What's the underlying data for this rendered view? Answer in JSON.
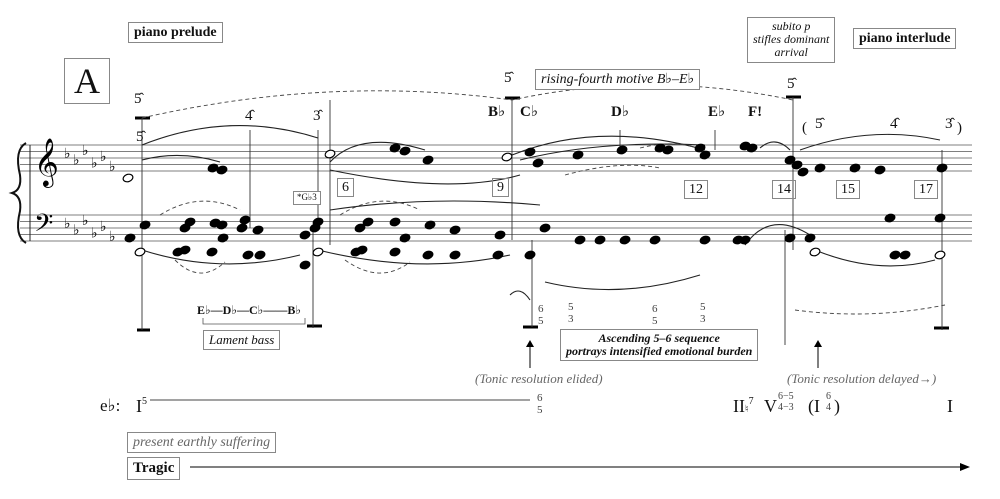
{
  "labels": {
    "piano_prelude": "piano prelude",
    "piano_interlude": "piano interlude",
    "subito": [
      "subito p",
      "stifles dominant",
      "arrival"
    ],
    "section": "A",
    "rising_fourth": "rising-fourth motive B♭–E♭",
    "motive_notes": [
      "B♭",
      "C♭",
      "D♭",
      "E♭",
      "F!"
    ],
    "gb3_note": "*G♭3",
    "lament_notes": "E♭—D♭—C♭——B♭",
    "lament_bass": "Lament bass",
    "ascending": [
      "Ascending 5–6 sequence",
      "portrays intensified emotional burden"
    ],
    "tonic_elided": "(Tonic resolution elided)",
    "tonic_delayed": "(Tonic resolution delayed→)",
    "present_suffering": "present earthly suffering",
    "tragic": "Tragic"
  },
  "scale_degrees": {
    "top_left": "5̂",
    "prelude": [
      "5̂",
      "4̂",
      "3̂"
    ],
    "mid": "5̂",
    "right_top": "5̂",
    "interlude": [
      "(",
      "5̂",
      "4̂",
      "3̂",
      ")"
    ]
  },
  "measure_numbers": [
    "6",
    "9",
    "12",
    "14",
    "15",
    "17"
  ],
  "figured_bass": [
    {
      "top": "6",
      "bottom": "5"
    },
    {
      "top": "5",
      "bottom": "3"
    },
    {
      "top": "6",
      "bottom": "5"
    },
    {
      "top": "5",
      "bottom": "3"
    }
  ],
  "harmony": {
    "key": "e♭:",
    "chord1": "I",
    "chord1_sup": "5",
    "chord2_top": "6",
    "chord2_bottom": "5",
    "chord3": "II",
    "chord3_acc": "♮",
    "chord3_sup": "7",
    "chord4": "V",
    "chord4_top": "6−5",
    "chord4_bottom": "4−3",
    "chord5": "(I",
    "chord5_top": "6",
    "chord5_bottom": "4",
    "chord5_close": ")",
    "chord6": "I"
  },
  "key_signature": {
    "flats": 6,
    "clefs": [
      "treble",
      "bass"
    ]
  }
}
